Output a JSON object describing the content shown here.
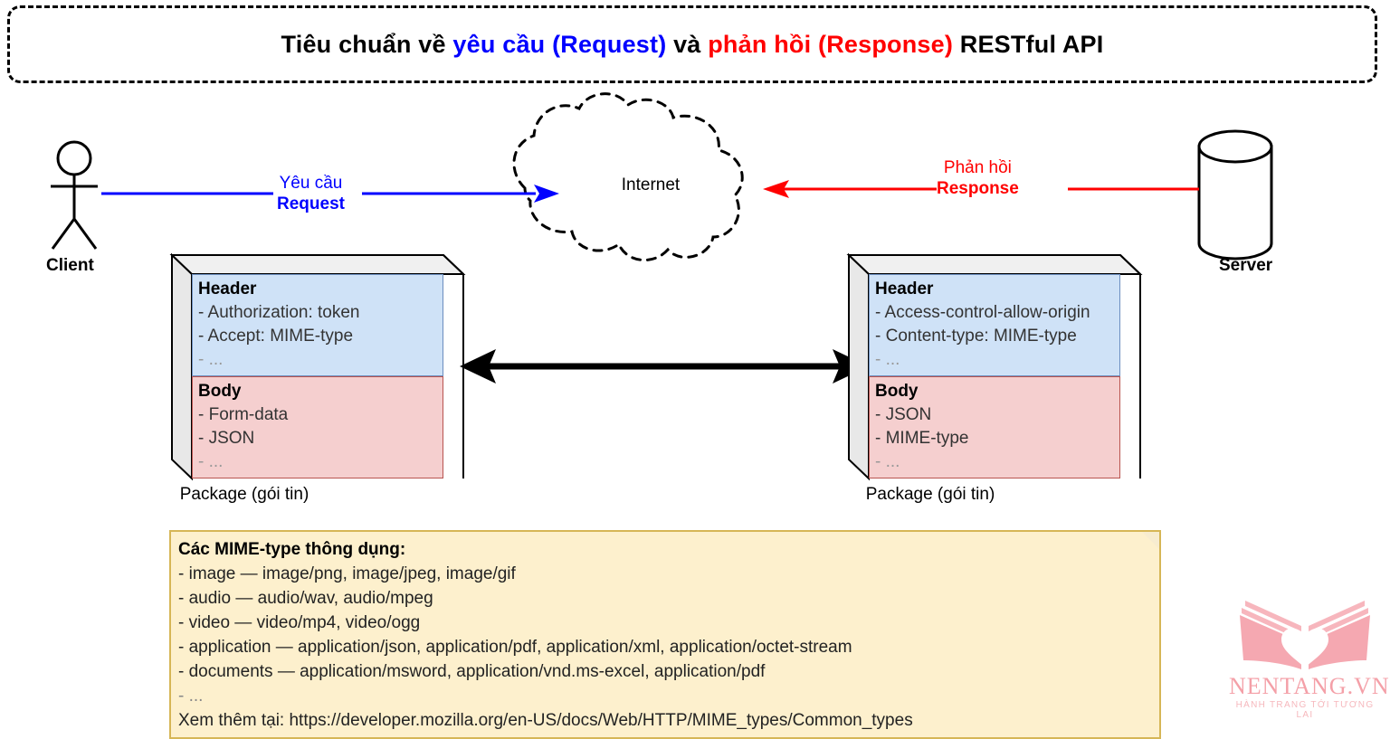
{
  "title": {
    "prefix": "Tiêu chuẩn về ",
    "blue": "yêu cầu (Request)",
    "middle": " và ",
    "red": "phản hồi (Response)",
    "suffix": " RESTful API",
    "blue_color": "#0000ff",
    "red_color": "#ff0000"
  },
  "nodes": {
    "client_label": "Client",
    "server_label": "Server",
    "cloud_label": "Internet"
  },
  "edges": {
    "request": {
      "line1": "Yêu cầu",
      "line2": "Request",
      "color": "#0000ff"
    },
    "response": {
      "line1": "Phản hồi",
      "line2": "Response",
      "color": "#ff0000"
    }
  },
  "packages": [
    {
      "id": "request-package",
      "caption": "Package (gói tin)",
      "header": {
        "title": "Header",
        "items": [
          "- Authorization: token",
          "- Accept: MIME-type",
          "- ..."
        ],
        "color": "#cfe2f7",
        "border": "#6c8ebf"
      },
      "body": {
        "title": "Body",
        "items": [
          "- Form-data",
          "- JSON",
          "- ..."
        ],
        "color": "#f5cfcf",
        "border": "#b85450"
      }
    },
    {
      "id": "response-package",
      "caption": "Package (gói tin)",
      "header": {
        "title": "Header",
        "items": [
          "- Access-control-allow-origin",
          "- Content-type: MIME-type",
          "- ..."
        ],
        "color": "#cfe2f7",
        "border": "#6c8ebf"
      },
      "body": {
        "title": "Body",
        "items": [
          "- JSON",
          "- MIME-type",
          "- ..."
        ],
        "color": "#f5cfcf",
        "border": "#b85450"
      }
    }
  ],
  "note": {
    "title": "Các MIME-type thông dụng:",
    "lines": [
      "- image — image/png, image/jpeg, image/gif",
      "- audio — audio/wav, audio/mpeg",
      "- video — video/mp4, video/ogg",
      "- application — application/json, application/pdf, application/xml, application/octet-stream",
      "- documents — application/msword, application/vnd.ms-excel, application/pdf",
      "- ..."
    ],
    "footer": "Xem thêm tại: https://developer.mozilla.org/en-US/docs/Web/HTTP/MIME_types/Common_types",
    "background": "#fdf0cd",
    "border": "#d6b656"
  },
  "logo": {
    "name": "NENTANG.VN",
    "tagline": "HÀNH TRANG TỚI TƯƠNG LAI",
    "color": "#f4a0a8"
  }
}
